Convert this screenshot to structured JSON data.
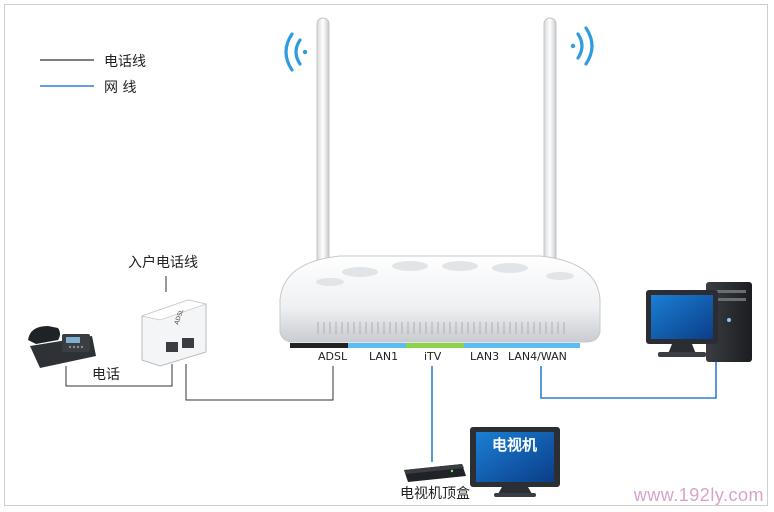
{
  "legend": {
    "phone_line_label": "电话线",
    "network_line_label": "网 线",
    "phone_line_color": "#333333",
    "network_line_color": "#2f7fd6"
  },
  "labels": {
    "incoming_phone_line": "入户电话线",
    "telephone": "电话",
    "tv": "电视机",
    "set_top_box": "电视机顶盒"
  },
  "ports": [
    {
      "name": "ADSL",
      "color": "#222222"
    },
    {
      "name": "LAN1",
      "color": "#5bbcf0"
    },
    {
      "name": "iTV",
      "color": "#8ed14a"
    },
    {
      "name": "LAN3",
      "color": "#5bbcf0"
    },
    {
      "name": "LAN4/WAN",
      "color": "#5bbcf0"
    }
  ],
  "watermark": "www.192ly.com",
  "icons": [
    "wifi-signal-icon",
    "router-icon",
    "splitter-icon",
    "telephone-icon",
    "computer-icon",
    "tv-icon",
    "set-top-box-icon"
  ]
}
